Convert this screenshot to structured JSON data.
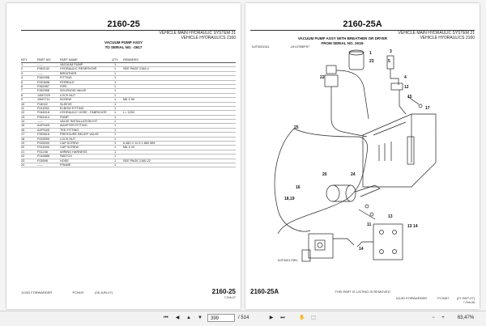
{
  "left_page": {
    "page_number": "2160-25",
    "system_line1": "VEHICLE MAIN HYDRAULIC SYSTEM 21",
    "system_line2": "VEHICLE HYDRAULICS 2160",
    "title_line1": "VACUUM PUMP ASSY",
    "title_line2": "TO SERIAL NO. -2617",
    "columns": [
      "KEY",
      "PART NO.",
      "PART NAME",
      "QTY",
      "REMARKS"
    ],
    "rows": [
      [
        "1",
        "------",
        "VACUUM PUMP",
        "1",
        ""
      ],
      [
        "2",
        "F062132",
        "HYDRAULIC RESERVOIR",
        "1",
        "SEE PAGE 2164-0"
      ],
      [
        "3",
        "------",
        "BREATHER",
        "1",
        ""
      ],
      [
        "4",
        "F062998",
        "FITTING",
        "1",
        ""
      ],
      [
        "5",
        "F020698",
        "FERRULE",
        "1",
        ""
      ],
      [
        "6",
        "F062957",
        "PIPE",
        "1",
        ""
      ],
      [
        "7",
        "F062958",
        "SOLENOID VALVE",
        "1",
        ""
      ],
      [
        "8",
        "14M7229",
        "LOCK NUT",
        "1",
        ""
      ],
      [
        "9",
        "19M7711",
        "SCREW",
        "1",
        "M6 X 50"
      ],
      [
        "10",
        "F04022",
        "SLEEVE",
        "1",
        ""
      ],
      [
        "11",
        "F011552",
        "ELBOW FITTING",
        "1",
        ""
      ],
      [
        "12",
        "F046018",
        "HYDRAULIC HOSE - FABRICATE",
        "1",
        "L= 1250"
      ],
      [
        "13",
        "F061614",
        "PUMP",
        "1",
        ""
      ],
      [
        "14",
        "------",
        "VALVE INSTALLATION KIT",
        "1",
        ""
      ],
      [
        "15",
        "AXP04/5",
        "ADAPTER FITTING",
        "1",
        ""
      ],
      [
        "16",
        "AXP04/5",
        "TEE FITTING",
        "1",
        ""
      ],
      [
        "17",
        "F053616",
        "PRESSURE RELIEF VALVE",
        "1",
        ""
      ],
      [
        "18",
        "F033595",
        "LOCK NUT",
        "1",
        ""
      ],
      [
        "19",
        "F026000",
        "CAP SCREW",
        "1",
        "6.460 X 12.5 1.660 MM"
      ],
      [
        "20",
        "F011546",
        "CAP SCREW",
        "1",
        "M6 X 20"
      ],
      [
        "21",
        "F01248",
        "WIRING HARNESS",
        "1",
        ""
      ],
      [
        "22",
        "F016888",
        "SWITCH",
        "1",
        ""
      ],
      [
        "23",
        "F03598",
        "HOSE",
        "1",
        "SEE PAGE 2160-22"
      ],
      [
        "24",
        "------",
        "FRAME",
        "1",
        ""
      ]
    ],
    "footer_model": "1110D FORWARDER",
    "footer_code": "PC9497",
    "footer_date": "(09-JUN-07)",
    "footer_page": "2160-25",
    "footer_page_sub": "7-Feb-07"
  },
  "right_page": {
    "page_number": "2160-25A",
    "system_line1": "VEHICLE MAIN HYDRAULIC SYSTEM 21",
    "system_line2": "VEHICLE HYDRAULICS 2160",
    "title_line1": "VACUUM PUMP ASSY WITH BREATHER OR DRYER",
    "title_line2": "FROM SERIAL NO. 2618-",
    "drawing_code_top": "NJT0031311",
    "drawing_code_top2": "-UH-07BEP07",
    "drawing_code_bottom": "NJT000173R1",
    "callouts": [
      "22",
      "1",
      "23",
      "25",
      "20",
      "24",
      "18,19",
      "16",
      "13",
      "4",
      "12",
      "15",
      "17",
      "11",
      "14",
      "13 14",
      "5",
      "3"
    ],
    "footer_page": "2160-25A",
    "footer_note": "THIS PART IS LISTING IS REMOVED",
    "footer_model": "1110D FORWARDER",
    "footer_code": "PC9497",
    "footer_date": "(27-SEP-07)",
    "footer_page_sub": "7-Feb-08"
  },
  "toolbar": {
    "page_input": "399",
    "page_total": "/ 514",
    "zoom": "63,47%"
  }
}
